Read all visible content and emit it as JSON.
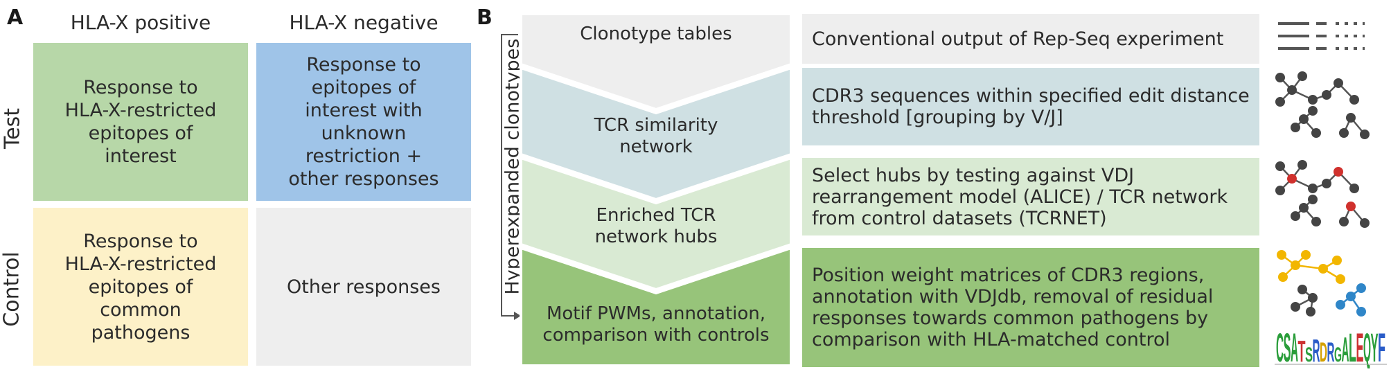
{
  "panel_a": {
    "letter": "A",
    "col_headers": [
      "HLA-X positive",
      "HLA-X negative"
    ],
    "row_headers": [
      "Test",
      "Control"
    ],
    "cells": [
      {
        "text": "Response to\nHLA-X-restricted\nepitopes of\ninterest",
        "color": "#b7d7a8"
      },
      {
        "text": "Response to\nepitopes of\ninterest with\nunknown\nrestriction +\nother responses",
        "color": "#9fc4e8"
      },
      {
        "text": "Response to\nHLA-X-restricted\nepitopes of\ncommon\npathogens",
        "color": "#fdf1c8"
      },
      {
        "text": "Other responses",
        "color": "#eeeeee"
      }
    ]
  },
  "panel_b": {
    "letter": "B",
    "side_label": "Hyperexpanded clonotypes",
    "stages": [
      {
        "label": "Clonotype tables",
        "description": "Conventional output of Rep-Seq experiment",
        "color": "#eeeeee",
        "desc_color": "#eeeeee"
      },
      {
        "label": "TCR similarity\nnetwork",
        "description": "CDR3 sequences within specified edit distance\nthreshold [grouping by V/J]",
        "color": "#cfe0e3",
        "desc_color": "#cfe0e3"
      },
      {
        "label": "Enriched TCR\nnetwork hubs",
        "description": "Select hubs by testing against VDJ\nrearrangement model (ALICE) / TCR network\nfrom control datasets (TCRNET)",
        "color": "#d9ead3",
        "desc_color": "#d9ead3"
      },
      {
        "label": "Motif PWMs, annotation,\ncomparison with controls",
        "description": "Position weight matrices of CDR3 regions,\nannotation with VDJdb, removal of residual\nresponses towards common pathogens by\ncomparison with HLA-matched control",
        "color": "#97c47a",
        "desc_color": "#97c47a"
      }
    ],
    "logo_letters": [
      "C",
      "S",
      "A",
      "T",
      "S",
      "R",
      "D",
      "R",
      "G",
      "A",
      "L",
      "E",
      "Q",
      "Y",
      "F"
    ],
    "colors": {
      "node": "#444444",
      "hub": "#d0312d",
      "yellow": "#f2b600",
      "blue": "#2f86c8"
    }
  }
}
